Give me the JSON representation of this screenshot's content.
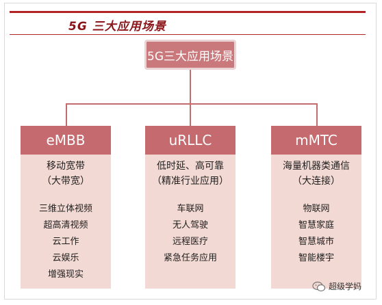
{
  "header": {
    "title": "5G 三大应用场景"
  },
  "root": {
    "label": "5G三大应用场景"
  },
  "columns": [
    {
      "name": "eMBB",
      "subtitle": [
        "移动宽带",
        "（大带宽）"
      ],
      "items": [
        "三维立体视频",
        "超高清视频",
        "云工作",
        "云娱乐",
        "增强现实"
      ]
    },
    {
      "name": "uRLLC",
      "subtitle": [
        "低时延、高可靠",
        "（精准行业应用）"
      ],
      "items": [
        "车联网",
        "无人驾驶",
        "远程医疗",
        "紧急任务应用"
      ]
    },
    {
      "name": "mMTC",
      "subtitle": [
        "海量机器类通信",
        "（大连接）"
      ],
      "items": [
        "物联网",
        "智慧家庭",
        "智慧城市",
        "智能楼宇"
      ]
    }
  ],
  "watermark": {
    "text": "超级学妈",
    "icon": "wechat-icon"
  },
  "colors": {
    "accent": "#b32225",
    "box": "#c56a6e",
    "panel": "#f3d9d3"
  }
}
